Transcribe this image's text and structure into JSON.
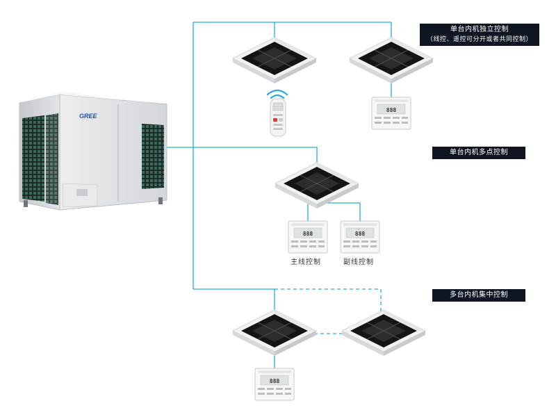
{
  "colors": {
    "line": "#29a9e0",
    "tag_bg": "#0e1420",
    "tag_text": "#ffffff"
  },
  "groups": [
    {
      "title": "单台内机独立控制",
      "subtitle": "（线控、遥控可分开或者共同控制）"
    },
    {
      "title": "单台内机多点控制",
      "captions": [
        "主线控制",
        "副线控制"
      ]
    },
    {
      "title": "多台内机集中控制"
    }
  ],
  "outdoor_unit": {
    "brand": "GREE"
  },
  "wired_controller": {
    "display": "888"
  },
  "icons": [
    "outdoor-unit-icon",
    "cassette-unit-icon",
    "wired-controller-icon",
    "remote-control-icon",
    "wifi-signal-icon"
  ]
}
